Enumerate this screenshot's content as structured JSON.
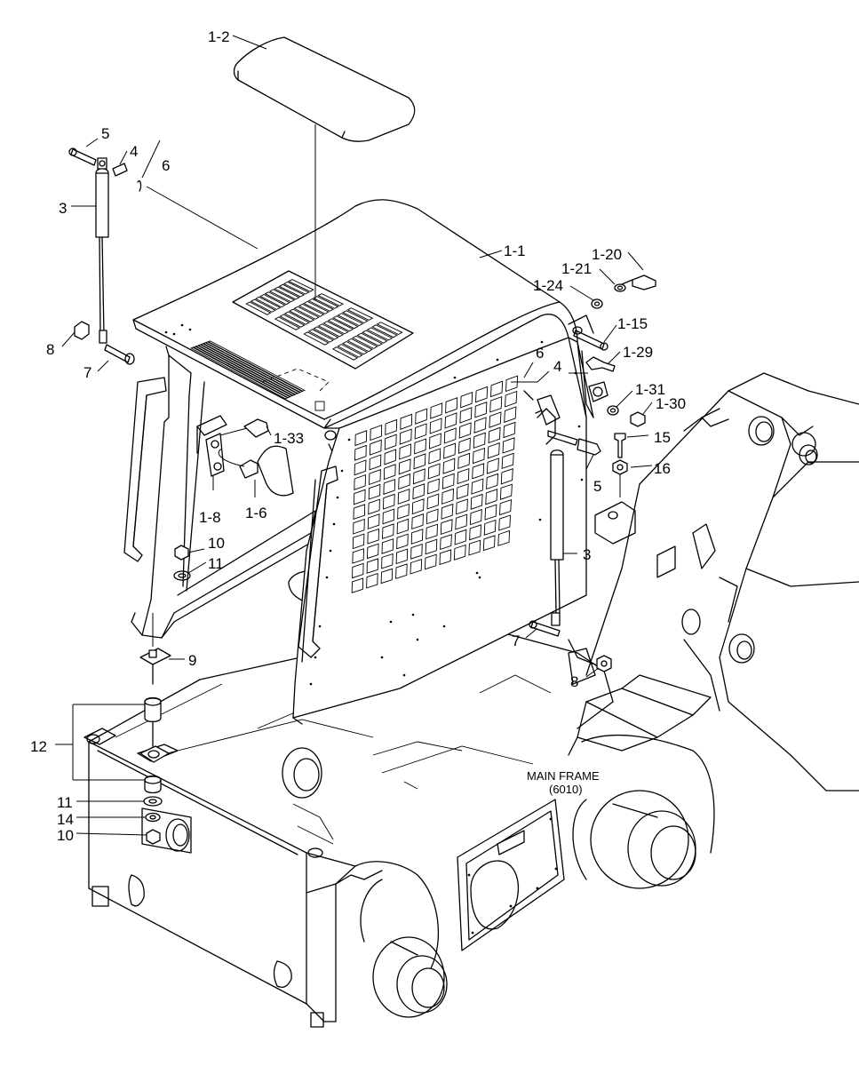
{
  "callouts": [
    {
      "id": "c-1-2",
      "text": "1-2"
    },
    {
      "id": "c-5-top",
      "text": "5"
    },
    {
      "id": "c-4-top",
      "text": "4"
    },
    {
      "id": "c-6-top",
      "text": "6"
    },
    {
      "id": "c-3-left",
      "text": "3"
    },
    {
      "id": "c-8-left",
      "text": "8"
    },
    {
      "id": "c-7-left",
      "text": "7"
    },
    {
      "id": "c-1-1",
      "text": "1-1"
    },
    {
      "id": "c-1-20",
      "text": "1-20"
    },
    {
      "id": "c-1-21",
      "text": "1-21"
    },
    {
      "id": "c-1-24",
      "text": "1-24"
    },
    {
      "id": "c-1-15",
      "text": "1-15"
    },
    {
      "id": "c-1-29",
      "text": "1-29"
    },
    {
      "id": "c-6-mid",
      "text": "6"
    },
    {
      "id": "c-4-mid",
      "text": "4"
    },
    {
      "id": "c-1-31",
      "text": "1-31"
    },
    {
      "id": "c-1-30",
      "text": "1-30"
    },
    {
      "id": "c-1-33",
      "text": "1-33"
    },
    {
      "id": "c-15",
      "text": "15"
    },
    {
      "id": "c-16",
      "text": "16"
    },
    {
      "id": "c-5-mid",
      "text": "5"
    },
    {
      "id": "c-1-8",
      "text": "1-8"
    },
    {
      "id": "c-1-6",
      "text": "1-6"
    },
    {
      "id": "c-10-top",
      "text": "10"
    },
    {
      "id": "c-11-top",
      "text": "11"
    },
    {
      "id": "c-3-right",
      "text": "3"
    },
    {
      "id": "c-9",
      "text": "9"
    },
    {
      "id": "c-7-right",
      "text": "7"
    },
    {
      "id": "c-8-right",
      "text": "8"
    },
    {
      "id": "c-12",
      "text": "12"
    },
    {
      "id": "c-11-bot",
      "text": "11"
    },
    {
      "id": "c-14",
      "text": "14"
    },
    {
      "id": "c-10-bot",
      "text": "10"
    }
  ],
  "main_frame": {
    "label": "MAIN FRAME",
    "code": "(6010)"
  }
}
